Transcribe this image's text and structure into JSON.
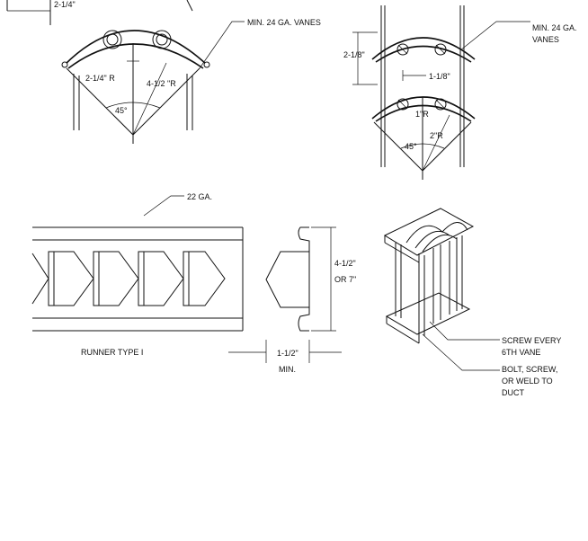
{
  "labels": {
    "dim_top_width": "2-1/4\"",
    "min_vanes_left": "MIN. 24 GA. VANES",
    "radius_left_small": "2-1/4\" R",
    "radius_left_large": "4-1/2 \"R",
    "angle_left": "45°",
    "dim_right_height": "2-1/8\"",
    "dim_right_spacing": "1-1/8\"",
    "min_vanes_right_1": "MIN. 24 GA.",
    "min_vanes_right_2": "VANES",
    "radius_right_small": "1\"R",
    "radius_right_large": "2\"R",
    "angle_right": "45°",
    "gauge_runner": "22 GA.",
    "runner_height_1": "4-1/2\"",
    "runner_height_2": "OR 7\"",
    "runner_type": "RUNNER TYPE I",
    "runner_width": "1-1/2\"",
    "runner_width_min": "MIN.",
    "screw_1": "SCREW EVERY",
    "screw_2": "6TH VANE",
    "bolt_1": "BOLT, SCREW,",
    "bolt_2": "OR WELD TO",
    "bolt_3": "DUCT"
  }
}
